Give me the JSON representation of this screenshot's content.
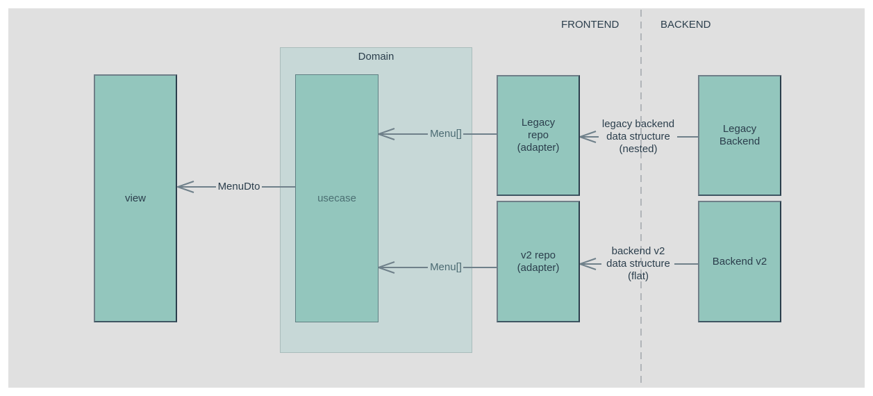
{
  "lanes": {
    "frontend": "FRONTEND",
    "backend": "BACKEND"
  },
  "domain": {
    "title": "Domain"
  },
  "nodes": {
    "view": "view",
    "usecase": "usecase",
    "legacy_repo": "Legacy\nrepo\n(adapter)",
    "v2_repo": "v2 repo\n(adapter)",
    "legacy_backend": "Legacy\nBackend",
    "backend_v2": "Backend v2"
  },
  "edges": {
    "usecase_to_view": "MenuDto",
    "legacy_repo_to_usecase": "Menu[]",
    "v2_repo_to_usecase": "Menu[]",
    "legacy_backend_to_repo": "legacy backend\ndata structure\n(nested)",
    "backend_v2_to_repo": "backend v2\ndata structure\n(flat)"
  },
  "colors": {
    "canvas": "#e0e0e0",
    "node_fill": "#93c6bd",
    "domain_fill": "#c7d8d7",
    "text": "#2b3e4c",
    "arrow": "#6f808a",
    "divider": "#b0b4b8"
  }
}
